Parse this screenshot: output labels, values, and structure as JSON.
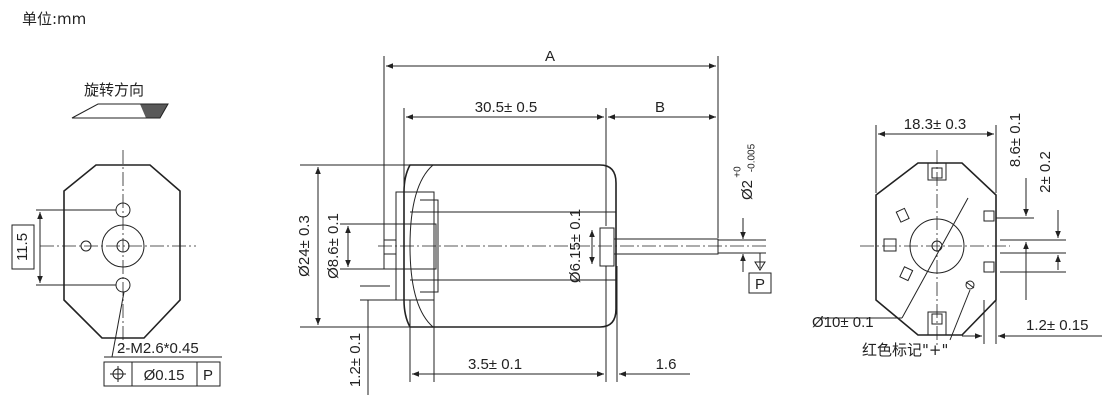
{
  "unit_label": "单位:mm",
  "front_view": {
    "rotation_label": "旋转方向",
    "dim_hole_spacing": "11.5",
    "screw_spec": "2-M2.6*0.45",
    "tolerance_frame": {
      "symbol": "⌖",
      "value": "Ø0.15",
      "datum": "P"
    }
  },
  "side_view": {
    "dim_A": "A",
    "dim_B": "B",
    "dim_body_length": "30.5± 0.5",
    "dim_body_diameter": "Ø24± 0.3",
    "dim_boss_diameter": "Ø8.6± 0.1",
    "dim_bearing_diameter": "Ø6.15± 0.1",
    "dim_shaft_base": "Ø2",
    "dim_shaft_tol_upper": "+0",
    "dim_shaft_tol_lower": "-0.005",
    "dim_boss_length": "3.5± 0.1",
    "dim_end_thickness": "1.2± 0.1",
    "dim_shaft_gap": "1.6",
    "datum_label": "P"
  },
  "rear_view": {
    "dim_width": "18.3± 0.3",
    "dim_top": "8.6± 0.1",
    "dim_offset": "2± 0.2",
    "dim_boss": "Ø10± 0.1",
    "dim_terminal": "1.2± 0.15",
    "mark_label": "红色标记\"+\""
  }
}
